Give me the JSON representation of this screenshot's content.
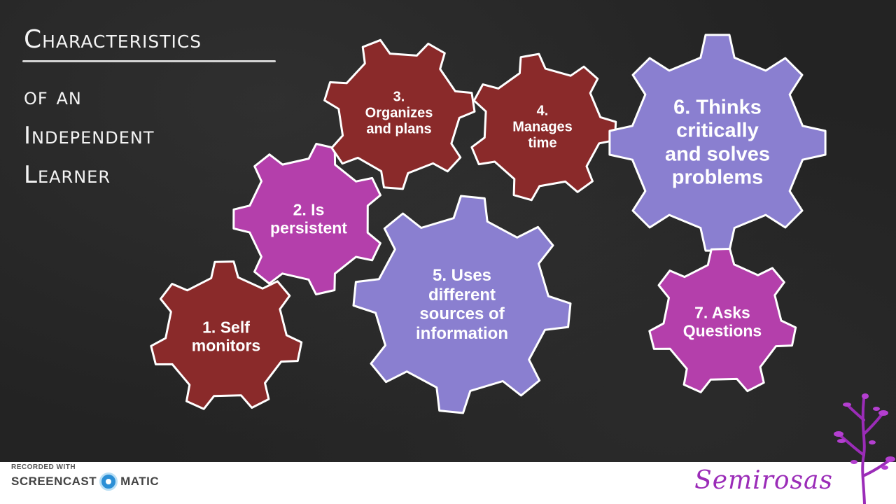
{
  "title": {
    "line1": "Characteristics",
    "line2": "of an",
    "line3": "Independent",
    "line4": "Learner"
  },
  "gears": [
    {
      "id": "g1",
      "lines": [
        "1.  Self",
        "monitors"
      ],
      "color": "#8a2a2a"
    },
    {
      "id": "g2",
      "lines": [
        "2.  Is",
        "persistent"
      ],
      "color": "#b43fab"
    },
    {
      "id": "g3",
      "lines": [
        "3.",
        "Organizes",
        "and plans"
      ],
      "color": "#8a2a2a"
    },
    {
      "id": "g4",
      "lines": [
        "4.",
        "Manages",
        "time"
      ],
      "color": "#8a2a2a"
    },
    {
      "id": "g5",
      "lines": [
        "5.  Uses",
        "different",
        "sources of",
        "information"
      ],
      "color": "#8a7fd0"
    },
    {
      "id": "g6",
      "lines": [
        "6. Thinks",
        "critically",
        "and solves",
        "problems"
      ],
      "color": "#8a7fd0"
    },
    {
      "id": "g7",
      "lines": [
        "7.  Asks",
        "Questions"
      ],
      "color": "#b43fab"
    }
  ],
  "footer": {
    "recorded_with": "RECORDED WITH",
    "screencast": "SCREENCAST",
    "matic": "MATIC",
    "brand": "Semirosas"
  }
}
